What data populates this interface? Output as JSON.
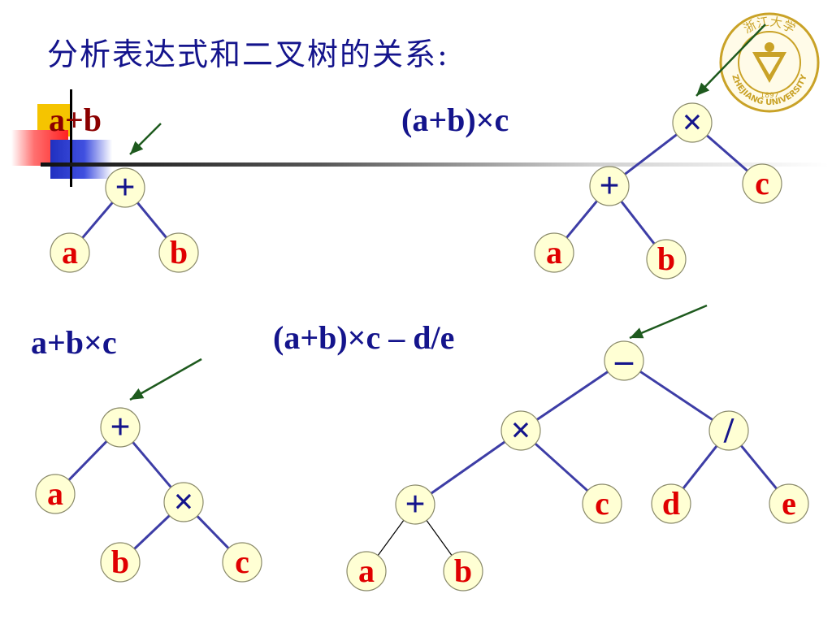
{
  "title": "分析表达式和二叉树的关系:",
  "logo": {
    "text": "浙江大学",
    "year": "1897",
    "name": "ZHEJIANG UNIVERSITY"
  },
  "colors": {
    "title": "#14148c",
    "edge": "#3d3da6",
    "operator": "#14148c",
    "operand": "#e00000",
    "node_fill": "#ffffd4",
    "arrow": "#1e5a1e",
    "expr_dark": "#8b0000",
    "expr": "#14148c"
  },
  "expressions": [
    {
      "id": "expr1",
      "text": "a+b"
    },
    {
      "id": "expr2",
      "text": "(a+b)×c"
    },
    {
      "id": "expr3",
      "text": "a+b×c"
    },
    {
      "id": "expr4",
      "text": "(a+b)×c – d/e"
    }
  ],
  "trees": [
    {
      "id": "tree-a-plus-b",
      "nodes": [
        {
          "id": "n1",
          "label": "+",
          "kind": "operator"
        },
        {
          "id": "n2",
          "label": "a",
          "kind": "operand"
        },
        {
          "id": "n3",
          "label": "b",
          "kind": "operand"
        }
      ],
      "edges": [
        [
          "n1",
          "n2"
        ],
        [
          "n1",
          "n3"
        ]
      ]
    },
    {
      "id": "tree-a-plus-b-times-c-paren",
      "nodes": [
        {
          "id": "m1",
          "label": "×",
          "kind": "operator"
        },
        {
          "id": "m2",
          "label": "+",
          "kind": "operator"
        },
        {
          "id": "m3",
          "label": "c",
          "kind": "operand"
        },
        {
          "id": "m4",
          "label": "a",
          "kind": "operand"
        },
        {
          "id": "m5",
          "label": "b",
          "kind": "operand"
        }
      ],
      "edges": [
        [
          "m1",
          "m2"
        ],
        [
          "m1",
          "m3"
        ],
        [
          "m2",
          "m4"
        ],
        [
          "m2",
          "m5"
        ]
      ]
    },
    {
      "id": "tree-a-plus-b-times-c",
      "nodes": [
        {
          "id": "p1",
          "label": "+",
          "kind": "operator"
        },
        {
          "id": "p2",
          "label": "a",
          "kind": "operand"
        },
        {
          "id": "p3",
          "label": "×",
          "kind": "operator"
        },
        {
          "id": "p4",
          "label": "b",
          "kind": "operand"
        },
        {
          "id": "p5",
          "label": "c",
          "kind": "operand"
        }
      ],
      "edges": [
        [
          "p1",
          "p2"
        ],
        [
          "p1",
          "p3"
        ],
        [
          "p3",
          "p4"
        ],
        [
          "p3",
          "p5"
        ]
      ]
    },
    {
      "id": "tree-full-expression",
      "nodes": [
        {
          "id": "q1",
          "label": "–",
          "kind": "operator"
        },
        {
          "id": "q2",
          "label": "×",
          "kind": "operator"
        },
        {
          "id": "q3",
          "label": "/",
          "kind": "operator"
        },
        {
          "id": "q4",
          "label": "+",
          "kind": "operator"
        },
        {
          "id": "q5",
          "label": "c",
          "kind": "operand"
        },
        {
          "id": "q6",
          "label": "d",
          "kind": "operand"
        },
        {
          "id": "q7",
          "label": "e",
          "kind": "operand"
        },
        {
          "id": "q8",
          "label": "a",
          "kind": "operand"
        },
        {
          "id": "q9",
          "label": "b",
          "kind": "operand"
        }
      ],
      "edges": [
        [
          "q1",
          "q2"
        ],
        [
          "q1",
          "q3"
        ],
        [
          "q2",
          "q4"
        ],
        [
          "q2",
          "q5"
        ],
        [
          "q3",
          "q6"
        ],
        [
          "q3",
          "q7"
        ],
        [
          "q4",
          "q8"
        ],
        [
          "q4",
          "q9"
        ]
      ]
    }
  ]
}
